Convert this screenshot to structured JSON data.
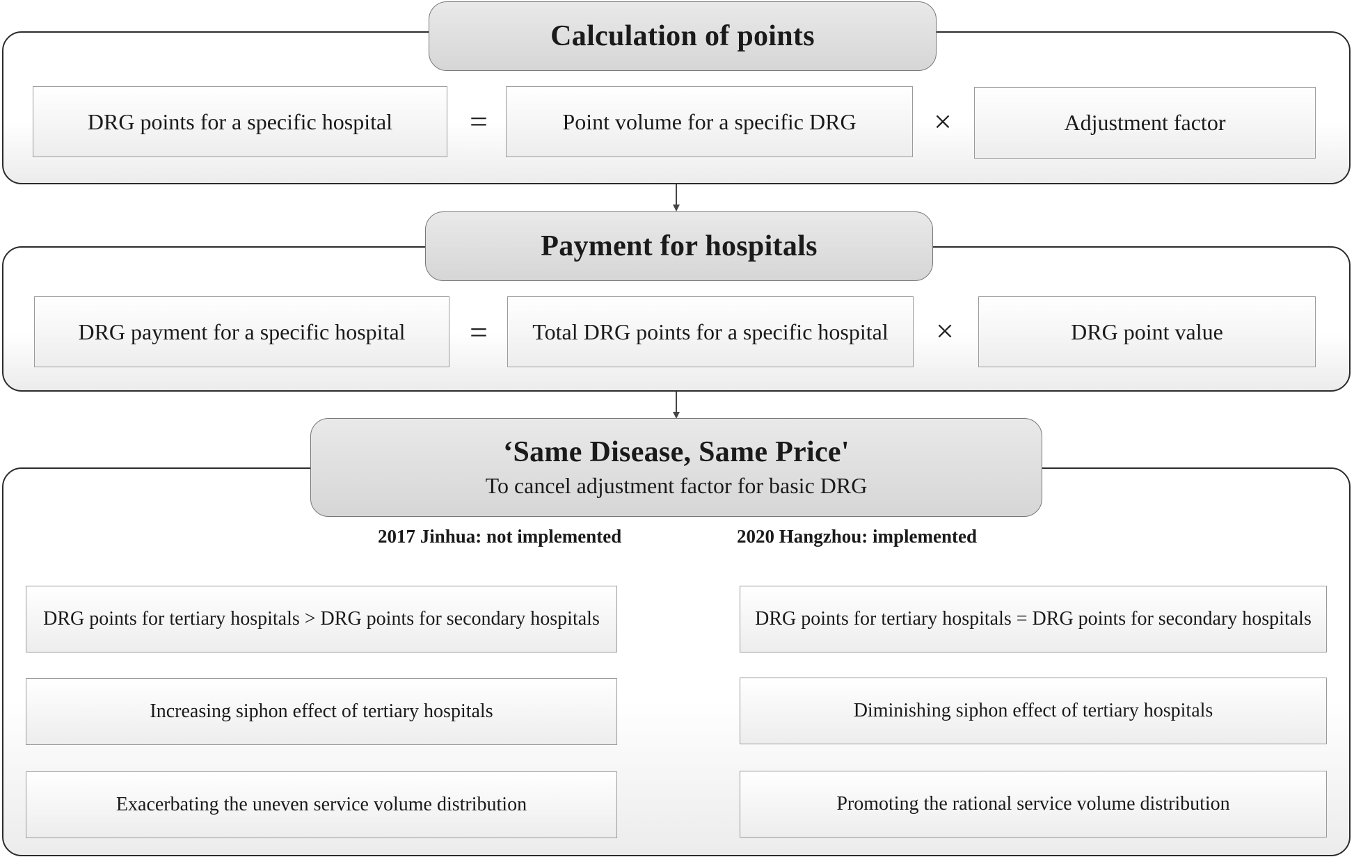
{
  "section1": {
    "title": "Calculation of  points",
    "left": "DRG points for a specific hospital",
    "op1": "=",
    "middle": "Point volume for a specific DRG",
    "op2": "×",
    "right": "Adjustment factor"
  },
  "section2": {
    "title": "Payment for hospitals",
    "left": "DRG payment for a specific hospital",
    "op1": "=",
    "middle": "Total DRG points for a specific hospital",
    "op2": "×",
    "right": "DRG point value"
  },
  "section3": {
    "title": "‘Same Disease, Same Price'",
    "subtitle": "To cancel adjustment factor for  basic DRG",
    "left_branch": {
      "label": "2017 Jinhua: not implemented",
      "steps": [
        "DRG points for tertiary hospitals > DRG points for secondary hospitals",
        "Increasing siphon effect of tertiary hospitals",
        "Exacerbating the uneven service volume distribution"
      ]
    },
    "right_branch": {
      "label": "2020 Hangzhou: implemented",
      "steps": [
        "DRG points for tertiary hospitals = DRG points for secondary hospitals",
        "Diminishing siphon effect of tertiary hospitals",
        "Promoting the rational service volume distribution"
      ]
    }
  }
}
